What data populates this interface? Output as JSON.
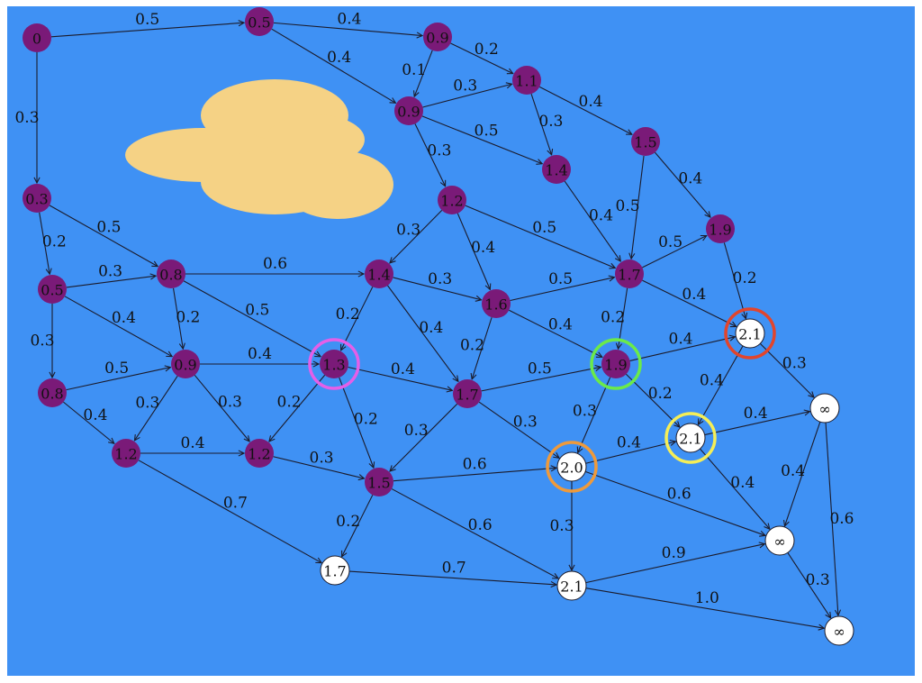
{
  "colors": {
    "background": "#3f91f4",
    "frame": "#ffffff",
    "visited_node": "#7a1a78",
    "unvisited_node": "#ffffff",
    "cloud": "#f5d285",
    "edge": "#1b1b2b",
    "highlight_magenta": "#e45fe8",
    "highlight_green": "#6bea4a",
    "highlight_orange": "#ef9a3b",
    "highlight_yellow": "#f5ee57",
    "highlight_red": "#e2452c"
  },
  "nodes": [
    {
      "id": "n0",
      "label": "0",
      "visited": true
    },
    {
      "id": "n1",
      "label": "0.5",
      "visited": true
    },
    {
      "id": "n2",
      "label": "0.9",
      "visited": true
    },
    {
      "id": "n3",
      "label": "1.1",
      "visited": true
    },
    {
      "id": "n4",
      "label": "0.9",
      "visited": true
    },
    {
      "id": "n5",
      "label": "1.5",
      "visited": true
    },
    {
      "id": "n6",
      "label": "1.4",
      "visited": true
    },
    {
      "id": "n7",
      "label": "0.3",
      "visited": true
    },
    {
      "id": "n8",
      "label": "1.2",
      "visited": true
    },
    {
      "id": "n9",
      "label": "1.9",
      "visited": true
    },
    {
      "id": "n10",
      "label": "0.5",
      "visited": true
    },
    {
      "id": "n11",
      "label": "0.8",
      "visited": true
    },
    {
      "id": "n12",
      "label": "1.4",
      "visited": true
    },
    {
      "id": "n13",
      "label": "1.7",
      "visited": true
    },
    {
      "id": "n14",
      "label": "1.6",
      "visited": true
    },
    {
      "id": "n15",
      "label": "2.1",
      "visited": false,
      "highlight": "highlight_red"
    },
    {
      "id": "n16",
      "label": "0.9",
      "visited": true
    },
    {
      "id": "n17",
      "label": "1.3",
      "visited": true,
      "highlight": "highlight_magenta"
    },
    {
      "id": "n18",
      "label": "1.9",
      "visited": true,
      "highlight": "highlight_green"
    },
    {
      "id": "n19",
      "label": "0.8",
      "visited": true
    },
    {
      "id": "n20",
      "label": "1.7",
      "visited": true
    },
    {
      "id": "n21",
      "label": "∞",
      "visited": false
    },
    {
      "id": "n22",
      "label": "2.1",
      "visited": false,
      "highlight": "highlight_yellow"
    },
    {
      "id": "n23",
      "label": "1.2",
      "visited": true
    },
    {
      "id": "n24",
      "label": "1.2",
      "visited": true
    },
    {
      "id": "n25",
      "label": "2.0",
      "visited": false,
      "highlight": "highlight_orange"
    },
    {
      "id": "n26",
      "label": "1.5",
      "visited": true
    },
    {
      "id": "n27",
      "label": "∞",
      "visited": false
    },
    {
      "id": "n28",
      "label": "1.7",
      "visited": false
    },
    {
      "id": "n29",
      "label": "2.1",
      "visited": false
    },
    {
      "id": "n30",
      "label": "∞",
      "visited": false
    }
  ],
  "edges": [
    {
      "from": "n0",
      "to": "n1",
      "weight": "0.5"
    },
    {
      "from": "n0",
      "to": "n7",
      "weight": "0.3"
    },
    {
      "from": "n1",
      "to": "n2",
      "weight": "0.4"
    },
    {
      "from": "n1",
      "to": "n4",
      "weight": "0.4"
    },
    {
      "from": "n2",
      "to": "n3",
      "weight": "0.2"
    },
    {
      "from": "n2",
      "to": "n4",
      "weight": "0.1"
    },
    {
      "from": "n4",
      "to": "n3",
      "weight": "0.3"
    },
    {
      "from": "n3",
      "to": "n5",
      "weight": "0.4"
    },
    {
      "from": "n3",
      "to": "n6",
      "weight": "0.3"
    },
    {
      "from": "n4",
      "to": "n6",
      "weight": "0.5"
    },
    {
      "from": "n4",
      "to": "n8",
      "weight": "0.3"
    },
    {
      "from": "n5",
      "to": "n9",
      "weight": "0.4"
    },
    {
      "from": "n5",
      "to": "n13",
      "weight": "0.5"
    },
    {
      "from": "n6",
      "to": "n13",
      "weight": "0.4"
    },
    {
      "from": "n8",
      "to": "n12",
      "weight": "0.3"
    },
    {
      "from": "n8",
      "to": "n14",
      "weight": "0.4"
    },
    {
      "from": "n8",
      "to": "n13",
      "weight": "0.5"
    },
    {
      "from": "n7",
      "to": "n10",
      "weight": "0.2"
    },
    {
      "from": "n7",
      "to": "n11",
      "weight": "0.5"
    },
    {
      "from": "n10",
      "to": "n11",
      "weight": "0.3"
    },
    {
      "from": "n10",
      "to": "n16",
      "weight": "0.4"
    },
    {
      "from": "n10",
      "to": "n19",
      "weight": "0.3"
    },
    {
      "from": "n11",
      "to": "n12",
      "weight": "0.6"
    },
    {
      "from": "n11",
      "to": "n16",
      "weight": "0.2"
    },
    {
      "from": "n11",
      "to": "n17",
      "weight": "0.5"
    },
    {
      "from": "n12",
      "to": "n14",
      "weight": "0.3"
    },
    {
      "from": "n12",
      "to": "n17",
      "weight": "0.2"
    },
    {
      "from": "n12",
      "to": "n20",
      "weight": "0.4"
    },
    {
      "from": "n14",
      "to": "n13",
      "weight": "0.5"
    },
    {
      "from": "n14",
      "to": "n18",
      "weight": "0.4"
    },
    {
      "from": "n14",
      "to": "n20",
      "weight": "0.2"
    },
    {
      "from": "n13",
      "to": "n9",
      "weight": "0.5"
    },
    {
      "from": "n13",
      "to": "n18",
      "weight": "0.2"
    },
    {
      "from": "n13",
      "to": "n15",
      "weight": "0.4"
    },
    {
      "from": "n9",
      "to": "n15",
      "weight": "0.2"
    },
    {
      "from": "n18",
      "to": "n15",
      "weight": "0.4"
    },
    {
      "from": "n18",
      "to": "n22",
      "weight": "0.2"
    },
    {
      "from": "n18",
      "to": "n25",
      "weight": "0.3"
    },
    {
      "from": "n15",
      "to": "n21",
      "weight": "0.3"
    },
    {
      "from": "n15",
      "to": "n22",
      "weight": "0.4"
    },
    {
      "from": "n19",
      "to": "n16",
      "weight": "0.5"
    },
    {
      "from": "n19",
      "to": "n23",
      "weight": "0.4"
    },
    {
      "from": "n16",
      "to": "n17",
      "weight": "0.4"
    },
    {
      "from": "n16",
      "to": "n23",
      "weight": "0.3"
    },
    {
      "from": "n16",
      "to": "n24",
      "weight": "0.3"
    },
    {
      "from": "n17",
      "to": "n20",
      "weight": "0.4"
    },
    {
      "from": "n17",
      "to": "n24",
      "weight": "0.2"
    },
    {
      "from": "n17",
      "to": "n26",
      "weight": "0.2"
    },
    {
      "from": "n20",
      "to": "n18",
      "weight": "0.5"
    },
    {
      "from": "n20",
      "to": "n26",
      "weight": "0.3"
    },
    {
      "from": "n20",
      "to": "n25",
      "weight": "0.3"
    },
    {
      "from": "n22",
      "to": "n21",
      "weight": "0.4"
    },
    {
      "from": "n22",
      "to": "n27",
      "weight": "0.4"
    },
    {
      "from": "n25",
      "to": "n22",
      "weight": "0.4"
    },
    {
      "from": "n25",
      "to": "n27",
      "weight": "0.6"
    },
    {
      "from": "n25",
      "to": "n29",
      "weight": "0.3"
    },
    {
      "from": "n21",
      "to": "n27",
      "weight": "0.4"
    },
    {
      "from": "n21",
      "to": "n30",
      "weight": "0.6"
    },
    {
      "from": "n23",
      "to": "n24",
      "weight": "0.4"
    },
    {
      "from": "n23",
      "to": "n28",
      "weight": "0.7"
    },
    {
      "from": "n24",
      "to": "n26",
      "weight": "0.3"
    },
    {
      "from": "n26",
      "to": "n25",
      "weight": "0.6"
    },
    {
      "from": "n26",
      "to": "n28",
      "weight": "0.2"
    },
    {
      "from": "n26",
      "to": "n29",
      "weight": "0.6"
    },
    {
      "from": "n28",
      "to": "n29",
      "weight": "0.7"
    },
    {
      "from": "n29",
      "to": "n27",
      "weight": "0.9"
    },
    {
      "from": "n29",
      "to": "n30",
      "weight": "1.0"
    },
    {
      "from": "n27",
      "to": "n30",
      "weight": "0.3"
    }
  ]
}
